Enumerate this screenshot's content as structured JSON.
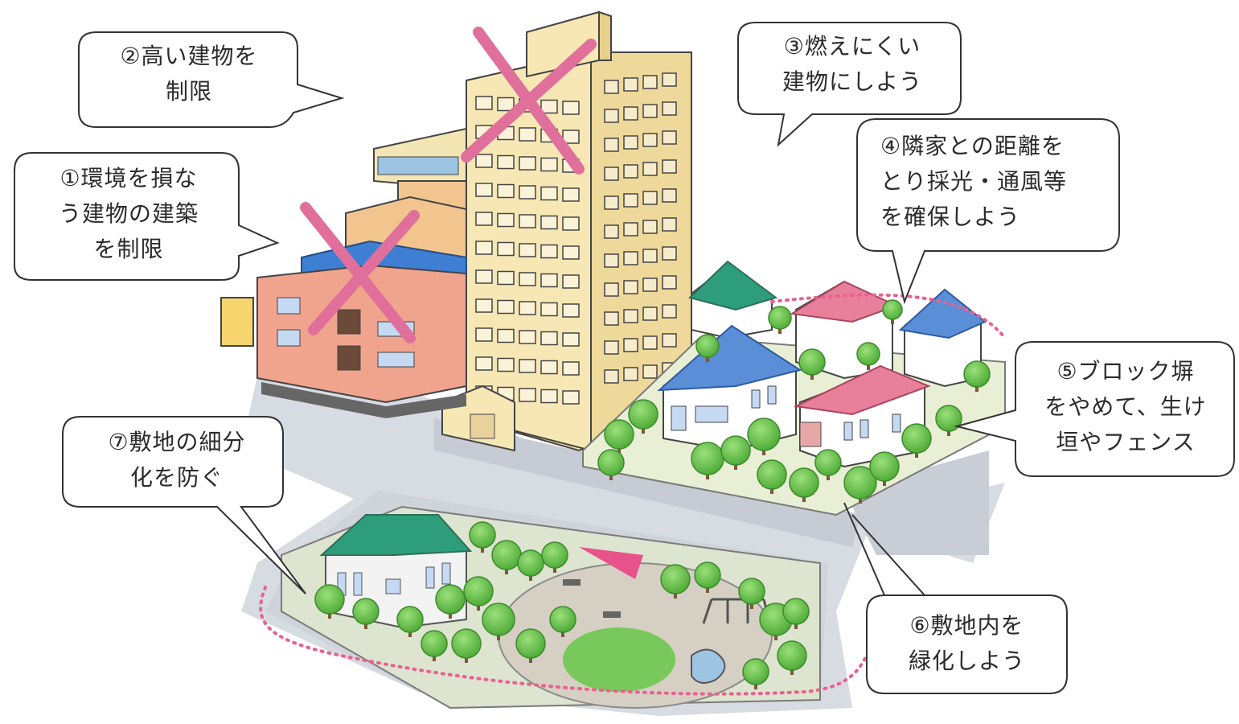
{
  "callouts": [
    {
      "id": "c1",
      "lines": [
        "①環境を損な",
        "う建物の建築",
        "を制限"
      ]
    },
    {
      "id": "c2",
      "lines": [
        "②高い建物を",
        "制限"
      ]
    },
    {
      "id": "c3",
      "lines": [
        "③燃えにくい",
        "建物にしよう"
      ]
    },
    {
      "id": "c4",
      "lines": [
        "④隣家との距離を",
        "とり採光・通風等",
        "を確保しよう"
      ]
    },
    {
      "id": "c5",
      "lines": [
        "⑤ブロック塀",
        "をやめて、生け",
        "垣やフェンス"
      ]
    },
    {
      "id": "c6",
      "lines": [
        "⑥敷地内を",
        "緑化しよう"
      ]
    },
    {
      "id": "c7",
      "lines": [
        "⑦敷地の細分",
        "化を防ぐ"
      ]
    }
  ],
  "colors": {
    "cross_mark": "#e0709b",
    "boundary_dots": "#e8628f",
    "tree": "#66c24a",
    "road": "#c9cfd8",
    "tower": "#f7e7b4",
    "roof_blue": "#5a8fd8",
    "roof_pink": "#e8809c",
    "roof_green": "#2e9e7a"
  },
  "icons": [
    "cross-mark-icon",
    "tree-icon",
    "swing-icon",
    "bench-icon"
  ]
}
